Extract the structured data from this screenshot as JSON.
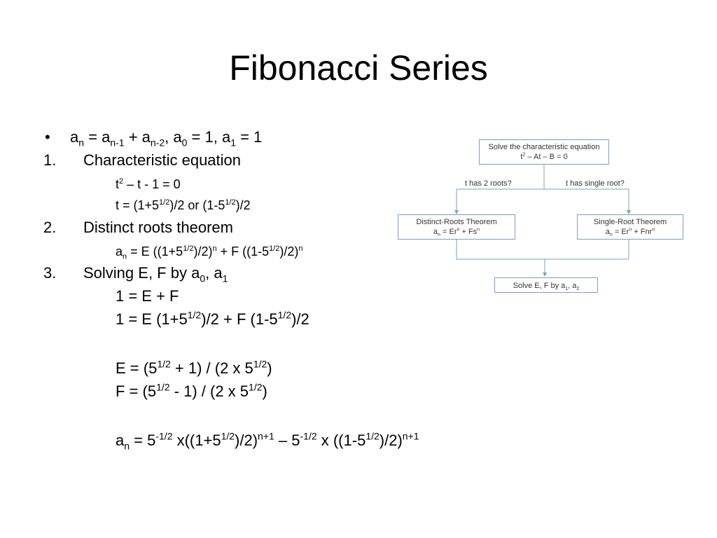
{
  "slide": {
    "title": "Fibonacci Series"
  },
  "content": {
    "bullet_marker": "•",
    "recurrence": {
      "a": "a",
      "n": "n",
      "eq1": " = a",
      "n_minus_1": "n-1",
      "plus": " + a",
      "n_minus_2": "n-2",
      "comma_a": ", a",
      "zero": "0",
      "eq_one_comma_a": " = 1, a",
      "one": "1",
      "eq_one": " = 1"
    },
    "steps": [
      {
        "number": "1.",
        "heading": "Characteristic equation"
      },
      {
        "number": "2.",
        "heading": "Distinct roots theorem"
      },
      {
        "number": "3.",
        "heading": "Solving E, F by a"
      }
    ],
    "step1": {
      "char_eq_t": "t",
      "char_eq_sq": "2",
      "char_eq_rest": " – t - 1 = 0",
      "roots_a": "t = (1+5",
      "half": "1/2",
      "roots_b": ")/2 or (1-5",
      "roots_c": ")/2"
    },
    "step2": {
      "an_a": "a",
      "an_n": "n",
      "an_b": " = E ((1+5",
      "half": "1/2",
      "an_c": ")/2)",
      "pow_n": "n",
      "an_d": " + F ((1-5",
      "an_e": ")/2)"
    },
    "step3": {
      "heading_sub0": "0",
      "heading_mid": ", a",
      "heading_sub1": "1",
      "eq1": "1 = E + F",
      "eq2_a": "1 = E (1+5",
      "half": "1/2",
      "eq2_b": ")/2 + F (1-5",
      "eq2_c": ")/2",
      "E_a": "E = (5",
      "E_b": " + 1) / (2 x 5",
      "E_c": ")",
      "F_a": "F = (5",
      "F_b": " - 1) / (2 x 5",
      "F_c": ")",
      "final_a": "a",
      "final_n": "n",
      "final_b": " = 5",
      "neg_half": "-1/2",
      "final_c": " x((1+5",
      "final_d": ")/2)",
      "n_plus_1": "n+1",
      "final_e": " – 5",
      "final_f": " x ((1-5",
      "final_g": ")/2)"
    }
  },
  "flowchart": {
    "solve_box": {
      "line1": "Solve the characteristic equation",
      "line2_t": "t",
      "line2_sq": "2",
      "line2_rest": " – At – B = 0"
    },
    "label_two_roots": "t has 2 roots?",
    "label_single_root": "t has single root?",
    "distinct_box": {
      "line1": "Distinct-Roots Theorem",
      "a": "a",
      "n": "n",
      "eq": " = Er",
      "sup_n": "n",
      "plus": " + Fs"
    },
    "single_box": {
      "line1": "Single-Root Theorem",
      "a": "a",
      "n": "n",
      "eq": " = Er",
      "sup_n": "n",
      "plus": " + Fnr"
    },
    "final_box": {
      "text": "Solve E, F by a",
      "sub1": "1",
      "comma": ", a",
      "sub2": "2"
    },
    "line_color": "#7f9cc2"
  }
}
